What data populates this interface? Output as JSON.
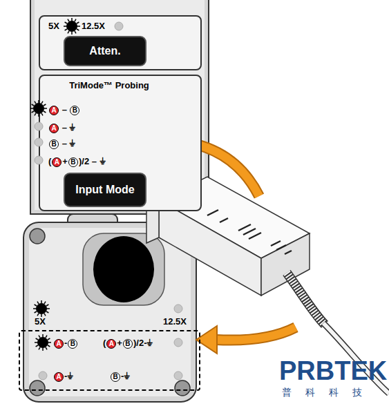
{
  "diagram": {
    "nodes": [
      {
        "text": [
          "5X",
          "12.5X"
        ]
      },
      {
        "text": [
          "Atten."
        ],
        "in": 0
      },
      {
        "text": [
          "TriMode™ Probing",
          "A – B",
          "A – ⏚",
          "B – ⏚",
          "(A+B)/2 – ⏚"
        ]
      },
      {
        "text": [
          "Input Mode"
        ],
        "in": 2
      },
      {
        "text": [
          "A-B",
          "(A+B)/2-⏚",
          "A-⏚",
          "B-⏚"
        ]
      }
    ],
    "edges": [],
    "labels": [
      "5X",
      "12.5X",
      "PRBTEK",
      "普 科 科 技"
    ]
  }
}
